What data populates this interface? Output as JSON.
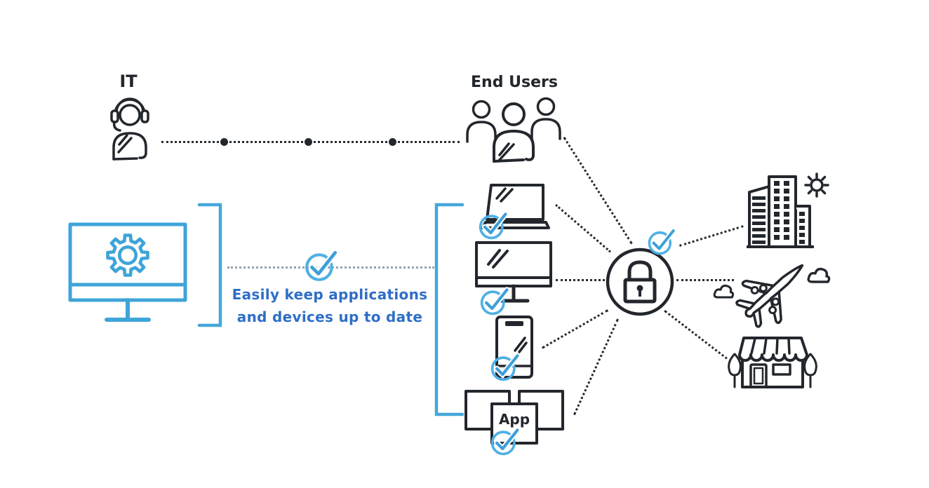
{
  "labels": {
    "it": "IT",
    "end_users": "End Users",
    "app": "App"
  },
  "caption": {
    "line1": "Easily keep applications",
    "line2": "and devices up to date"
  },
  "colors": {
    "ink": "#23272d",
    "accent_blue": "#3fa4d8",
    "check_circle_blue": "#4fb0e3",
    "check_mark_blue": "#3d9fd8",
    "caption_blue": "#2e6ec6",
    "dotted_gray_blue": "#94a2ae",
    "background": "#ffffff"
  },
  "icons": {
    "it_admin": "headset-person-icon",
    "end_users": "people-group-icon",
    "management_console": "monitor-gear-icon",
    "update_check": "check-circle-icon",
    "laptop": "laptop-icon",
    "desktop": "desktop-monitor-icon",
    "smartphone": "smartphone-icon",
    "app_windows": "app-windows-icon",
    "security_lock": "padlock-circle-icon",
    "office_buildings": "office-buildings-icon",
    "airplane": "airplane-icon",
    "storefront": "storefront-icon",
    "sun": "sun-icon",
    "cloud": "cloud-icon",
    "tree": "tree-icon"
  }
}
